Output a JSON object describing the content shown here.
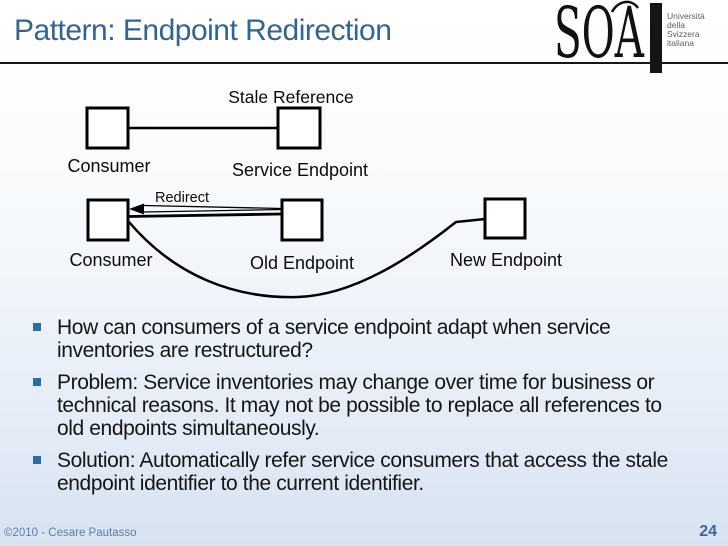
{
  "slide": {
    "title": "Pattern: Endpoint Redirection",
    "footer": "©2010 - Cesare Pautasso",
    "page_number": "24"
  },
  "logo": {
    "text": "SOA",
    "university_lines": [
      "Università",
      "della",
      "Svizzera",
      "italiana"
    ]
  },
  "diagram": {
    "row1": {
      "stale_reference_label": "Stale Reference",
      "consumer_label": "Consumer",
      "service_endpoint_label": "Service Endpoint"
    },
    "row2": {
      "redirect_label": "Redirect",
      "consumer_label": "Consumer",
      "old_endpoint_label": "Old Endpoint",
      "new_endpoint_label": "New Endpoint"
    }
  },
  "bullets": [
    "How can consumers of a service endpoint adapt when service inventories are restructured?",
    "Problem: Service inventories may change over time for business or technical reasons. It may not be possible to replace all references to old endpoints simultaneously.",
    "Solution: Automatically refer service consumers that access the stale endpoint identifier to the current identifier."
  ],
  "colors": {
    "title_blue": "#35648c",
    "bullet_square_blue": "#2c6ca5",
    "footer_blue": "#5f7ca6",
    "page_number_blue": "#3e63a0",
    "diagram_stroke": "#000000"
  }
}
